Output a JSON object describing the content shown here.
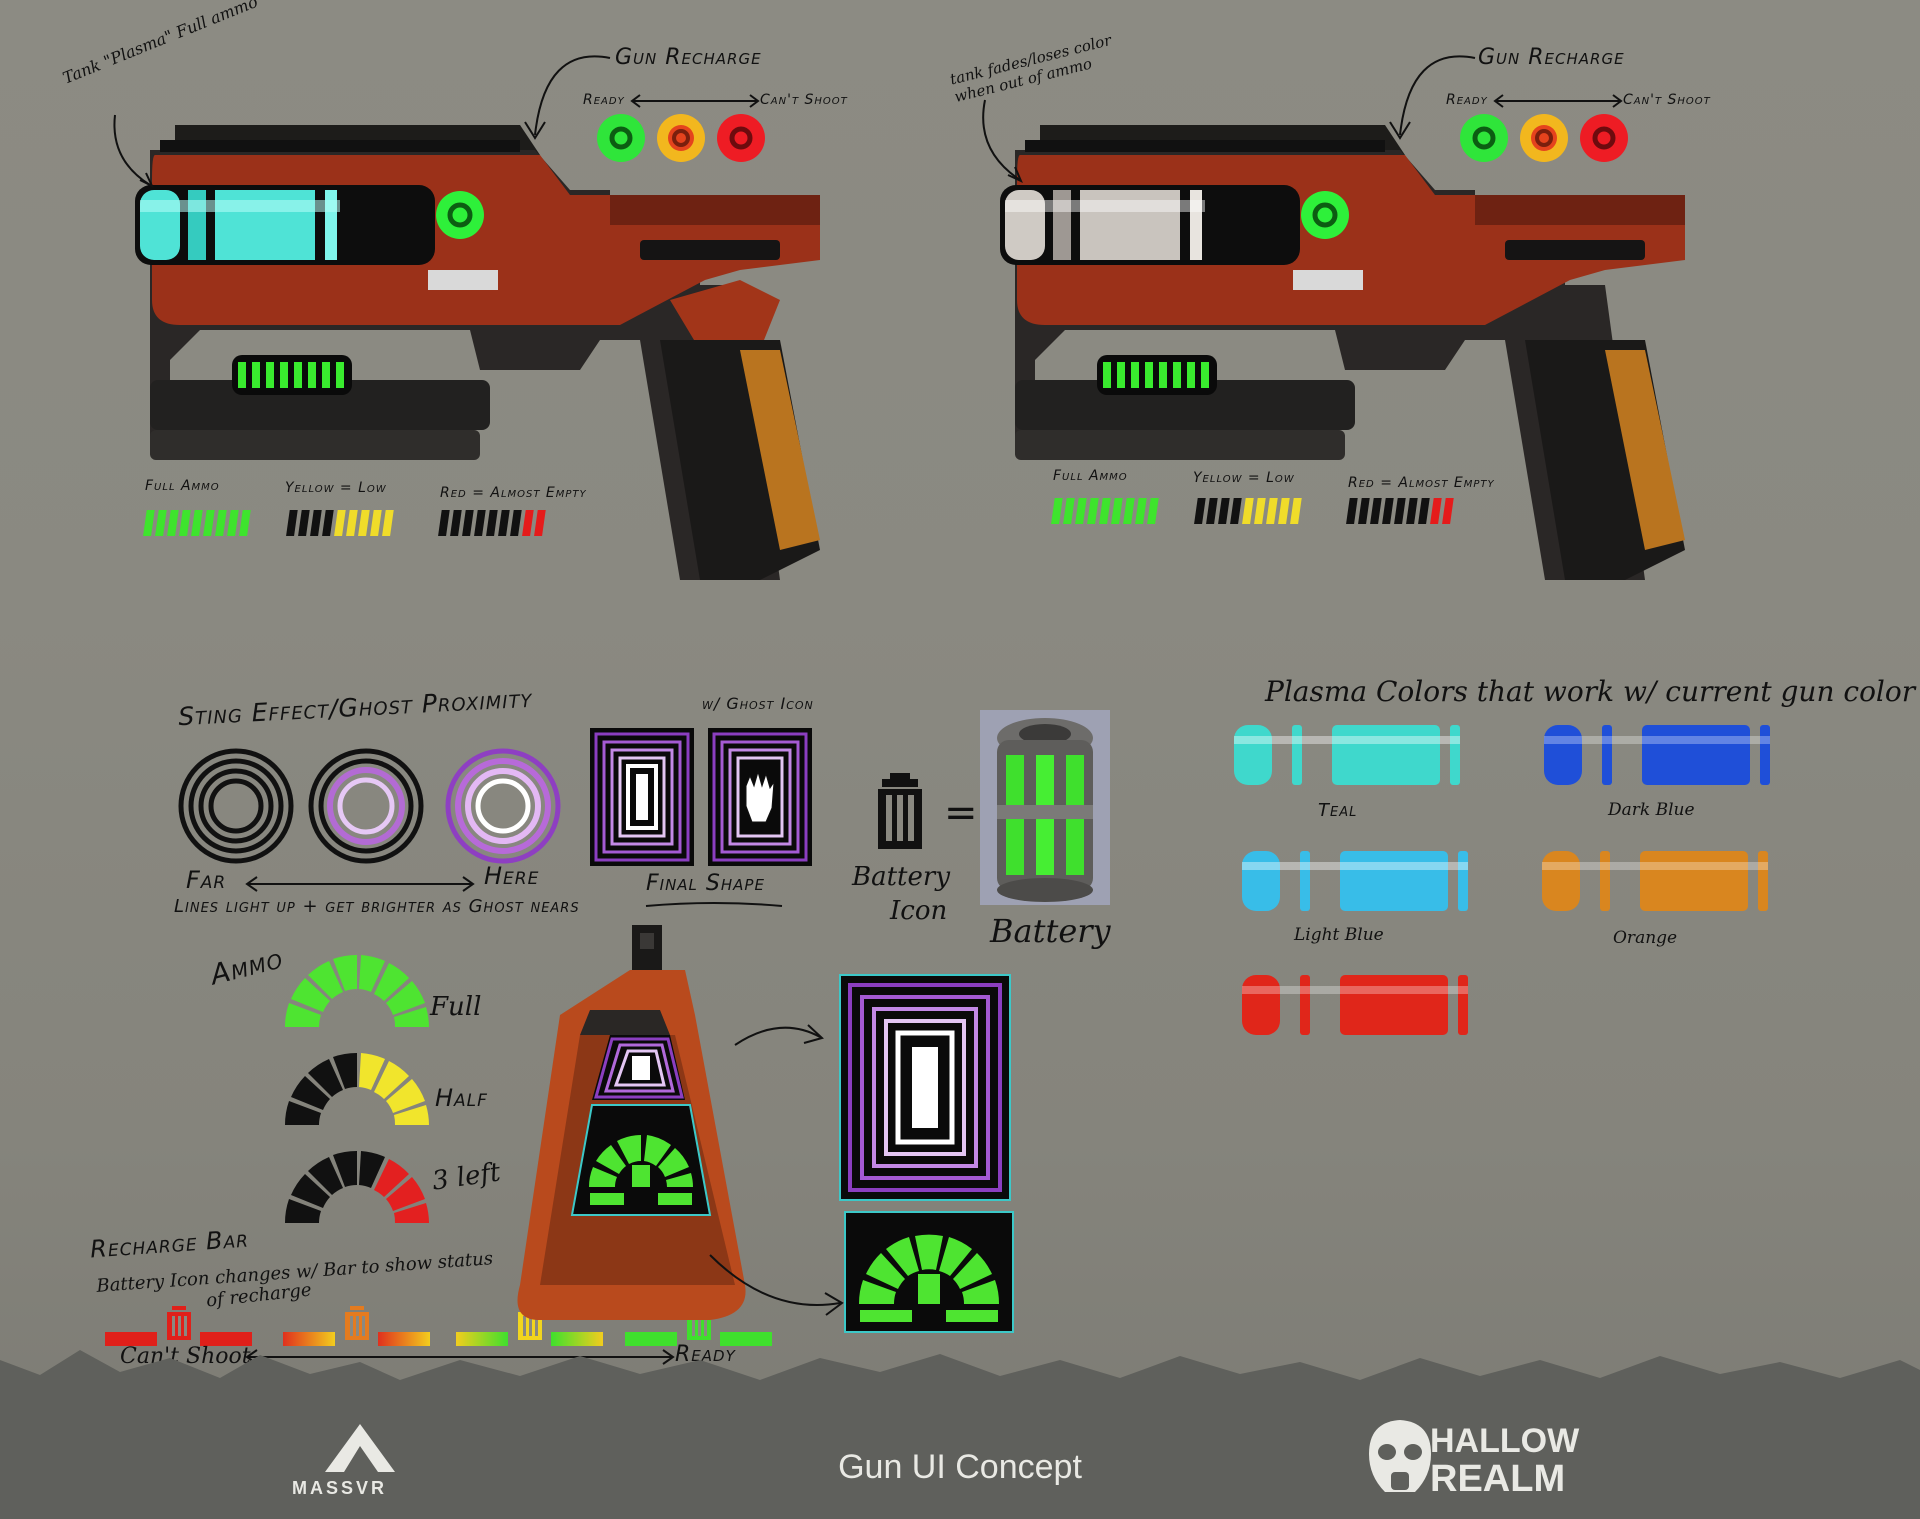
{
  "gun1": {
    "note": "Tank \"Plasma\" Full ammo",
    "recharge_title": "Gun Recharge",
    "ready": "Ready",
    "cant_shoot": "Can't Shoot",
    "full_ammo": "Full Ammo",
    "yellow_low": "Yellow = Low",
    "red_empty": "Red = Almost Empty"
  },
  "gun2": {
    "note": "tank fades/loses color when out of ammo",
    "recharge_title": "Gun Recharge",
    "ready": "Ready",
    "cant_shoot": "Can't Shoot",
    "full_ammo": "Full Ammo",
    "yellow_low": "Yellow = Low",
    "red_empty": "Red = Almost Empty"
  },
  "sting": {
    "title": "Sting Effect/Ghost Proximity",
    "far": "Far",
    "here": "Here",
    "caption": "Lines light up + get brighter as Ghost nears",
    "ghost_icon": "w/ Ghost Icon",
    "final_shape": "Final Shape"
  },
  "battery": {
    "icon_label_1": "Battery",
    "icon_label_2": "Icon",
    "equals": "=",
    "label": "Battery"
  },
  "ammo": {
    "title": "Ammo",
    "full": "Full",
    "half": "Half",
    "three_left": "3 left"
  },
  "recharge_bar": {
    "title": "Recharge Bar",
    "line1": "Battery Icon changes w/ Bar to show status",
    "line2": "of recharge",
    "cant_shoot": "Can't Shoot",
    "ready": "Ready"
  },
  "plasma": {
    "title": "Plasma Colors that work w/ current gun color",
    "colors": [
      {
        "name": "Teal",
        "hex": "#3fd8cc"
      },
      {
        "name": "Dark Blue",
        "hex": "#1f4fd8"
      },
      {
        "name": "Light Blue",
        "hex": "#38bde8"
      },
      {
        "name": "Orange",
        "hex": "#d9861f"
      },
      {
        "name": "",
        "hex": "#e0261a"
      }
    ]
  },
  "footer": {
    "left_logo": "MASSVR",
    "title": "Gun UI Concept",
    "right_logo_1": "HALLOW",
    "right_logo_2": "REALM"
  }
}
